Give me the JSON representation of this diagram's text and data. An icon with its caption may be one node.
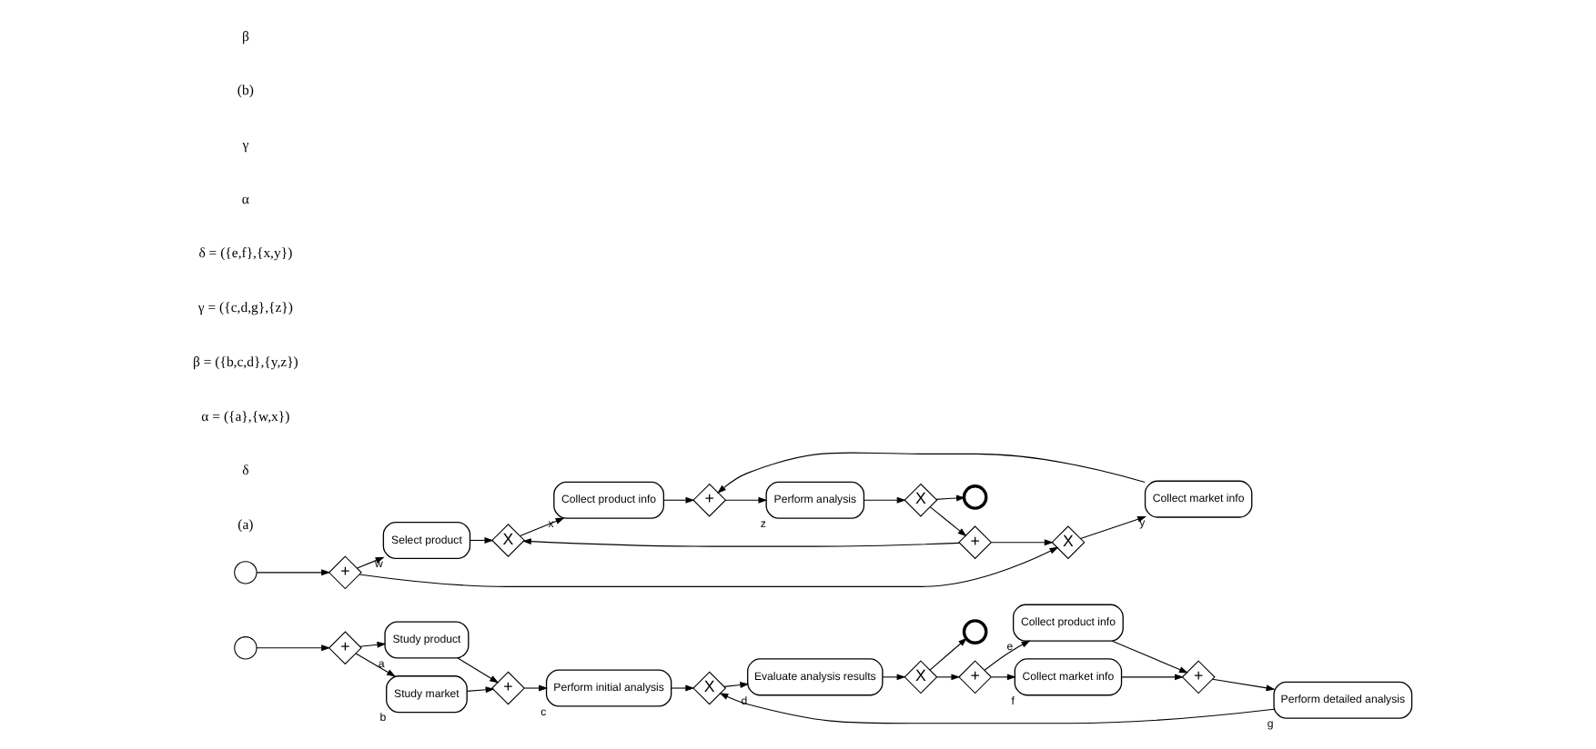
{
  "diagram": {
    "nodes": [
      {
        "text": [],
        "shape": "circle"
      },
      {
        "text": [
          "+"
        ]
      },
      {
        "text": [
          "Study product"
        ],
        "beside": [
          "a"
        ]
      },
      {
        "text": [
          "Study market"
        ],
        "beside": [
          "b"
        ]
      },
      {
        "text": [
          "+"
        ]
      },
      {
        "text": [
          "Perform initial analysis"
        ],
        "beside": [
          "c"
        ]
      },
      {
        "text": [
          "X"
        ]
      },
      {
        "text": [
          "Evaluate analysis results"
        ],
        "beside": [
          "d"
        ]
      },
      {
        "text": [
          "X"
        ]
      },
      {
        "text": [],
        "shape": "circle"
      },
      {
        "text": [
          "+"
        ]
      },
      {
        "text": [
          "Collect product info"
        ],
        "beside": [
          "e"
        ]
      },
      {
        "text": [
          "Collect market info"
        ],
        "beside": [
          "f"
        ]
      },
      {
        "text": [
          "+"
        ]
      },
      {
        "text": [
          "Perform detailed analysis"
        ],
        "beside": [
          "g"
        ]
      },
      {
        "text": [],
        "shape": "circle"
      },
      {
        "text": [
          "+"
        ]
      },
      {
        "text": [
          "Select product"
        ],
        "beside": [
          "w"
        ]
      },
      {
        "text": [
          "X"
        ]
      },
      {
        "text": [
          "Collect product info"
        ],
        "beside": [
          "x"
        ]
      },
      {
        "text": [
          "X"
        ]
      },
      {
        "text": [
          "Collect market info"
        ],
        "beside": [
          "y"
        ]
      },
      {
        "text": [
          "+"
        ]
      },
      {
        "text": [
          "Perform analysis"
        ],
        "beside": [
          "z"
        ]
      },
      {
        "text": [
          "X"
        ]
      },
      {
        "text": [],
        "shape": "circle"
      },
      {
        "text": [
          "+"
        ]
      }
    ],
    "edges": [
      {
        "from": 0,
        "to": 1,
        "arrow": "to"
      },
      {
        "from": 1,
        "to": 2,
        "arrow": "to"
      },
      {
        "from": 1,
        "to": 3,
        "arrow": "to"
      },
      {
        "from": 2,
        "to": 4,
        "arrow": "to"
      },
      {
        "from": 3,
        "to": 4,
        "arrow": "to"
      },
      {
        "from": 4,
        "to": 5,
        "arrow": "to"
      },
      {
        "from": 5,
        "to": 6,
        "arrow": "to"
      },
      {
        "from": 6,
        "to": 7,
        "arrow": "to"
      },
      {
        "from": 7,
        "to": 8,
        "arrow": "to"
      },
      {
        "from": 8,
        "to": 9,
        "arrow": "to"
      },
      {
        "from": 8,
        "to": 10,
        "arrow": "to"
      },
      {
        "from": 10,
        "to": 11,
        "arrow": "to"
      },
      {
        "from": 10,
        "to": 12,
        "arrow": "to"
      },
      {
        "from": 11,
        "to": 13,
        "arrow": "to"
      },
      {
        "from": 12,
        "to": 13,
        "arrow": "to"
      },
      {
        "from": 13,
        "to": 14,
        "arrow": "to"
      },
      {
        "from": 14,
        "to": 6,
        "arrow": "to"
      },
      {
        "from": 15,
        "to": 16,
        "arrow": "to"
      },
      {
        "from": 16,
        "to": 17,
        "arrow": "to"
      },
      {
        "from": 16,
        "to": 20,
        "arrow": "to"
      },
      {
        "from": 17,
        "to": 18,
        "arrow": "to"
      },
      {
        "from": 18,
        "to": 19,
        "arrow": "to"
      },
      {
        "from": 20,
        "to": 21,
        "arrow": "to"
      },
      {
        "from": 19,
        "to": 22,
        "arrow": "to"
      },
      {
        "from": 21,
        "to": 22,
        "arrow": "to"
      },
      {
        "from": 22,
        "to": 23,
        "arrow": "to"
      },
      {
        "from": 23,
        "to": 24,
        "arrow": "to"
      },
      {
        "from": 24,
        "to": 25,
        "arrow": "to"
      },
      {
        "from": 24,
        "to": 26,
        "arrow": "to"
      },
      {
        "from": 26,
        "to": 18,
        "arrow": "to"
      },
      {
        "from": 26,
        "to": 20,
        "arrow": "to"
      }
    ],
    "labels": [
      "(a)",
      "δ",
      "α = ({a},{w,x})",
      "β = ({b,c,d},{y,z})",
      "γ = ({c,d,g},{z})",
      "δ = ({e,f},{x,y})",
      "α",
      "γ",
      "(b)",
      "β"
    ]
  }
}
